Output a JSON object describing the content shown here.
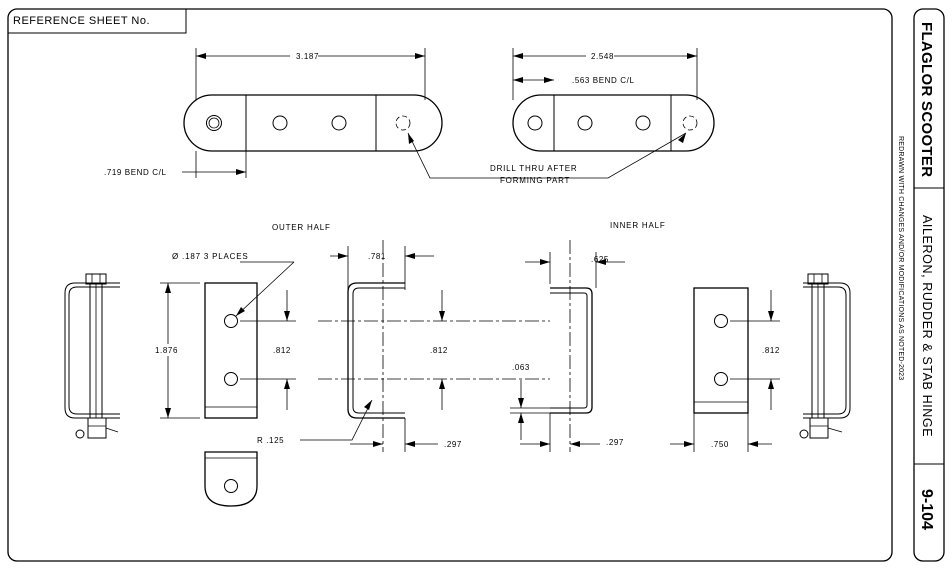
{
  "reference": {
    "label": "REFERENCE SHEET No."
  },
  "title_block": {
    "title": "FLAGLOR SCOOTER",
    "note": "REDRAWN WITH CHANGES AND/OR MODIFICATIONS AS NOTED-2023",
    "subtitle": "AILERON, RUDDER & STAB HINGE",
    "sheet_number": "9-104"
  },
  "dimensions": {
    "outer_length": "3.187",
    "outer_bend": ".719 BEND C/L",
    "inner_length": "2.548",
    "inner_bend": ".563 BEND C/L",
    "outer_flange": ".781",
    "inner_flange": ".625",
    "height": "1.876",
    "hole_spacing_left": ".812",
    "hole_spacing_mid": ".812",
    "hole_spacing_right": ".812",
    "thickness": ".063",
    "outer_offset": ".297",
    "inner_offset": ".297",
    "width": ".750"
  },
  "notes": {
    "drill": [
      "DRILL THRU AFTER",
      "FORMING PART"
    ],
    "holes": "Ø .187 3 PLACES",
    "radius": "R .125"
  },
  "views": {
    "outer_half": "OUTER HALF",
    "inner_half": "INNER HALF"
  }
}
